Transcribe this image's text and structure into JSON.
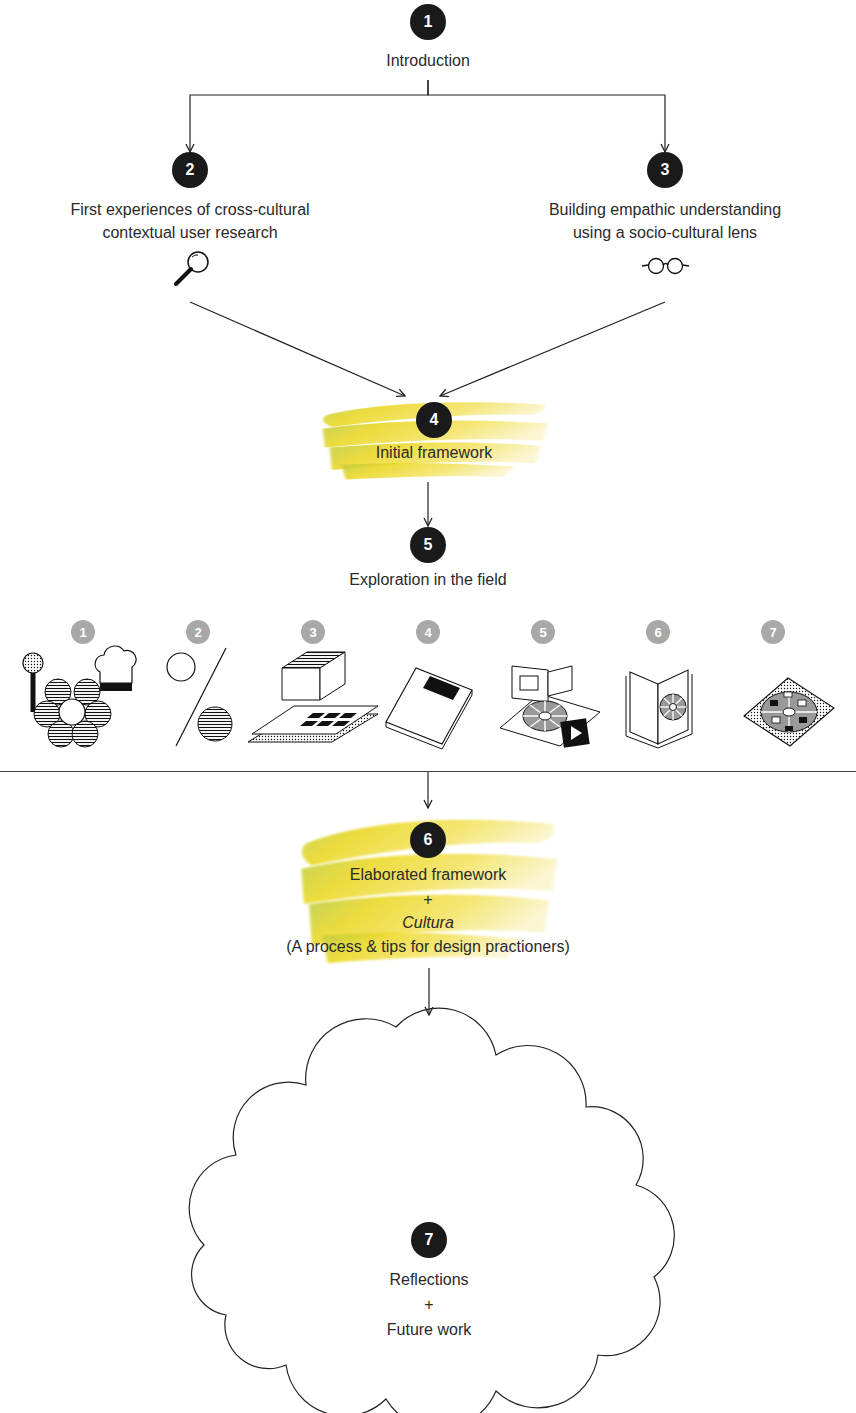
{
  "diagram": {
    "nodes": [
      {
        "text": [
          "1",
          "Introduction"
        ]
      },
      {
        "text": [
          "2",
          "First experiences of cross-cultural contextual user research"
        ]
      },
      {
        "text": [
          "3",
          "Building empathic understanding using a socio-cultural lens"
        ]
      },
      {
        "text": [
          "4",
          "Initial framework"
        ]
      },
      {
        "text": [
          "5",
          "Exploration in the field"
        ]
      },
      {
        "text": [
          "1"
        ],
        "in": 4
      },
      {
        "text": [
          "2"
        ],
        "in": 4
      },
      {
        "text": [
          "3"
        ],
        "in": 4
      },
      {
        "text": [
          "4"
        ],
        "in": 4
      },
      {
        "text": [
          "5"
        ],
        "in": 4
      },
      {
        "text": [
          "6"
        ],
        "in": 4
      },
      {
        "text": [
          "7"
        ],
        "in": 4
      },
      {
        "text": [
          "6",
          "Elaborated framework",
          "+",
          "Cultura",
          "(A process & tips for design practioners)"
        ]
      },
      {
        "text": [
          "7",
          "Reflections",
          "+",
          "Future work"
        ]
      }
    ],
    "edges": [
      {
        "from": 0,
        "to": 1,
        "arrow": "to"
      },
      {
        "from": 0,
        "to": 2,
        "arrow": "to"
      },
      {
        "from": 1,
        "to": 3,
        "arrow": "to"
      },
      {
        "from": 2,
        "to": 3,
        "arrow": "to"
      },
      {
        "from": 3,
        "to": 4,
        "arrow": "to"
      },
      {
        "from": 4,
        "to": 12,
        "arrow": "to"
      },
      {
        "from": 12,
        "to": 13,
        "arrow": "to"
      }
    ]
  }
}
